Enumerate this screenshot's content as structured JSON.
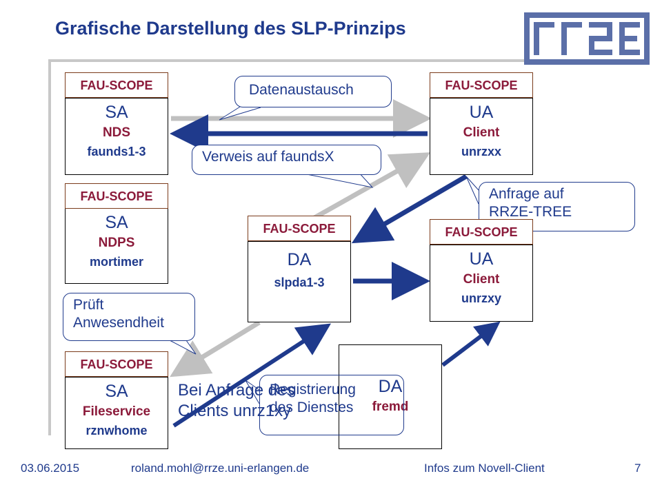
{
  "slide": {
    "title": "Grafische Darstellung des SLP-Prinzips",
    "logo_text": "rrze",
    "footer": {
      "date": "03.06.2015",
      "email": "roland.mohl@rrze.uni-erlangen.de",
      "topic": "Infos zum Novell-Client",
      "page": "7"
    }
  },
  "nodes": {
    "sa_nds": {
      "scope": "FAU-SCOPE",
      "role": "SA",
      "service": "NDS",
      "host": "faunds1-3"
    },
    "ua_client1": {
      "scope": "FAU-SCOPE",
      "role": "UA",
      "service": "Client",
      "host": "unrzxx"
    },
    "sa_ndps": {
      "scope": "FAU-SCOPE",
      "role": "SA",
      "service": "NDPS",
      "host": "mortimer"
    },
    "da_slpda": {
      "scope": "FAU-SCOPE",
      "role": "DA",
      "host": "slpda1-3"
    },
    "ua_client2": {
      "scope": "FAU-SCOPE",
      "role": "UA",
      "service": "Client",
      "host": "unrzxy"
    },
    "sa_fileservice": {
      "scope": "FAU-SCOPE",
      "role": "SA",
      "service": "Fileservice",
      "host": "rznwhome"
    },
    "da_fremd": {
      "role": "DA",
      "service": "fremd"
    }
  },
  "callouts": {
    "datenaustausch": "Datenaustausch",
    "verweis": "Verweis auf faundsX",
    "anfrage_line1": "Anfrage auf",
    "anfrage_line2": "RRZE-TREE",
    "pruft_line1": "Prüft",
    "pruft_line2": "Anwesendheit",
    "registrierung_line1": "Registrierung",
    "registrierung_line2": "des Dienstes"
  },
  "overlay": {
    "line1": "Bei Anfrage des",
    "line2": "Clients unrz1xy"
  },
  "colors": {
    "title": "#1f3a8c",
    "scope_text": "#8b1a3a",
    "arrow_dark": "#1f3a8c",
    "arrow_light": "#c0c0c0",
    "logo": "#5b6fa8"
  }
}
